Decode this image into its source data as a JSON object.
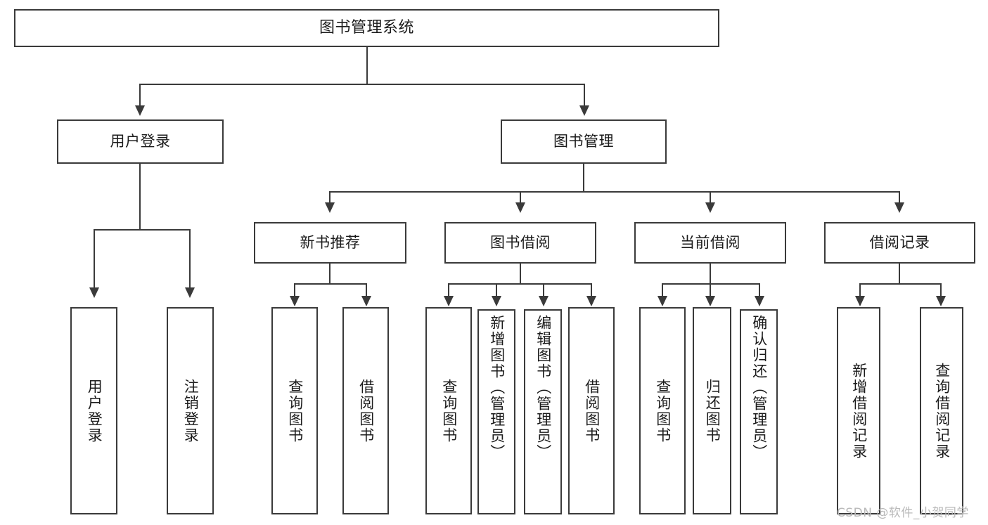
{
  "diagram": {
    "title": "图书管理系统",
    "type": "tree",
    "root": {
      "id": "root",
      "label": "图书管理系统"
    },
    "level2": [
      {
        "id": "user-login",
        "label": "用户登录"
      },
      {
        "id": "book-manage",
        "label": "图书管理"
      }
    ],
    "level3": [
      {
        "id": "new-book-recommend",
        "label": "新书推荐",
        "parent": "book-manage"
      },
      {
        "id": "book-borrow",
        "label": "图书借阅",
        "parent": "book-manage"
      },
      {
        "id": "current-borrow",
        "label": "当前借阅",
        "parent": "book-manage"
      },
      {
        "id": "borrow-record",
        "label": "借阅记录",
        "parent": "book-manage"
      }
    ],
    "leaves": [
      {
        "id": "leaf-user-login",
        "label": "用户登录",
        "parent": "user-login"
      },
      {
        "id": "leaf-logout-login",
        "label": "注销登录",
        "parent": "user-login"
      },
      {
        "id": "leaf-query-book-1",
        "label": "查询图书",
        "parent": "new-book-recommend"
      },
      {
        "id": "leaf-borrow-book-1",
        "label": "借阅图书",
        "parent": "new-book-recommend"
      },
      {
        "id": "leaf-query-book-2",
        "label": "查询图书",
        "parent": "book-borrow"
      },
      {
        "id": "leaf-add-book",
        "label": "新增图书（管理员）",
        "parent": "book-borrow"
      },
      {
        "id": "leaf-edit-book",
        "label": "编辑图书（管理员）",
        "parent": "book-borrow"
      },
      {
        "id": "leaf-borrow-book-2",
        "label": "借阅图书",
        "parent": "book-borrow"
      },
      {
        "id": "leaf-query-book-3",
        "label": "查询图书",
        "parent": "current-borrow"
      },
      {
        "id": "leaf-return-book",
        "label": "归还图书",
        "parent": "current-borrow"
      },
      {
        "id": "leaf-confirm-return",
        "label": "确认归还（管理员）",
        "parent": "current-borrow"
      },
      {
        "id": "leaf-add-record",
        "label": "新增借阅记录",
        "parent": "borrow-record"
      },
      {
        "id": "leaf-query-record",
        "label": "查询借阅记录",
        "parent": "borrow-record"
      }
    ],
    "watermark": "CSDN @软件_小贺同学",
    "colors": {
      "stroke": "#3a3a3a",
      "fill": "#ffffff",
      "text": "#1b1b1b",
      "watermark": "#b9b9b9"
    }
  }
}
